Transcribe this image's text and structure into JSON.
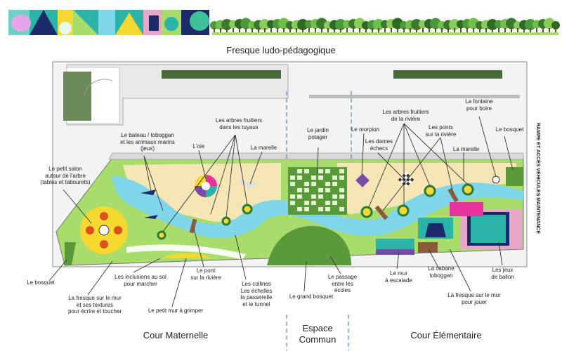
{
  "title": "Fresque ludo-pédagogique",
  "colors": {
    "light_green": "#a9dd6b",
    "sand": "#f7e6b5",
    "river": "#7fd6e8",
    "dark_green": "#5a9a3a",
    "yellow": "#f5d830",
    "magenta": "#e8339c",
    "teal": "#2bb3a8",
    "navy": "#1b2a6b"
  },
  "zones": {
    "maternelle": "Cour Maternelle",
    "commun": "Espace\nCommun",
    "elementaire": "Cour Élémentaire"
  },
  "side_label": "RAMPE ET ACCÈS VÉHICULES MAINTENANCE",
  "labels": {
    "petit_salon": "Le petit salon\nautour de l'arbre\n(tables et tabourets)",
    "bateau": "Le bateau / toboggan\net les animaux  marins\n(jeux)",
    "oie": "L'oie",
    "arbres_mat": "Les arbres fruitiers\ndans les tuyaux",
    "marelle_mat": "La marelle",
    "jardin": "Le jardin\npotager",
    "morpion": "Le morpion",
    "dames": "Les dames\néchecs",
    "arbres_elem": "Les arbres fruitiers\nde la rivière",
    "ponts": "Les ponts\nsur la rivière",
    "marelle_elem": "La marelle",
    "fontaine": "La fontaine\npour boire",
    "bosquet_right": "Le bosquet",
    "bosquet_left": "Le bosquet",
    "inclusions": "Les inclusions au sol\npour marcher",
    "fresque_mat": "La fresque sur le mur\net ses textures\npour écrire et toucher",
    "petit_mur": "Le petit mur à grimper",
    "pont_mat": "Le pont\nsur la rivière",
    "collines": "Les collines\nLes échelles\nla passerelle\net le tunnel",
    "grand_bosquet": "Le grand bosquet",
    "passage": "Le passage\nentre les\nécoles",
    "mur_escalade": "Le mur\nà escalade",
    "cabane": "La cabane\ntoboggan",
    "fresque_elem": "La fresque sur le mur\npour jouer",
    "jeux_ballon": "Les jeux\nde ballon"
  }
}
